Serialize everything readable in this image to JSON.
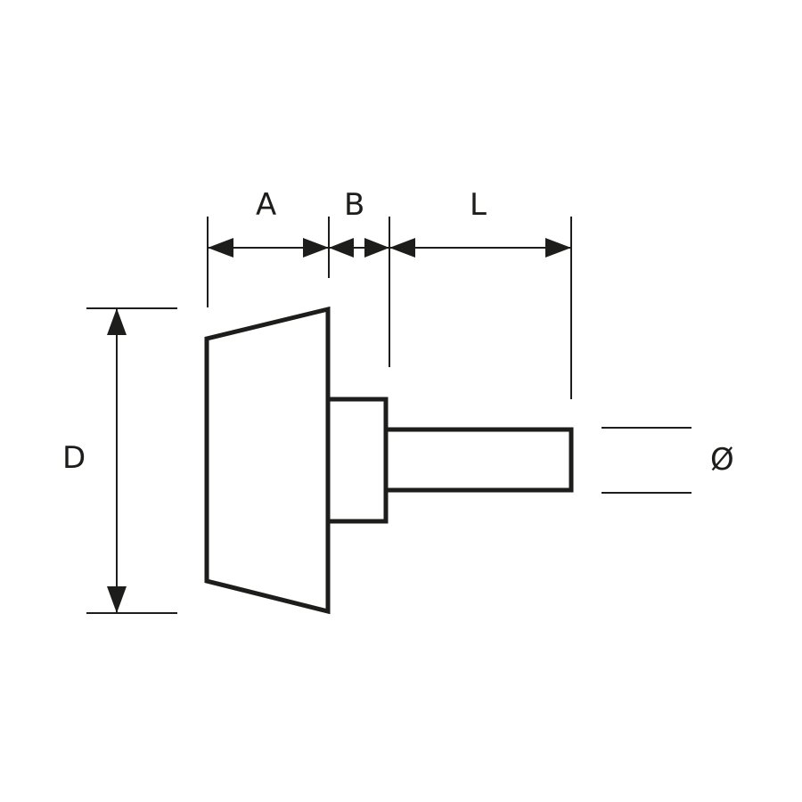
{
  "labels": {
    "a": "A",
    "b": "B",
    "l": "L",
    "d": "D",
    "diameter": "Ø"
  },
  "colors": {
    "line": "#1d1d1b",
    "background": "#ffffff"
  }
}
